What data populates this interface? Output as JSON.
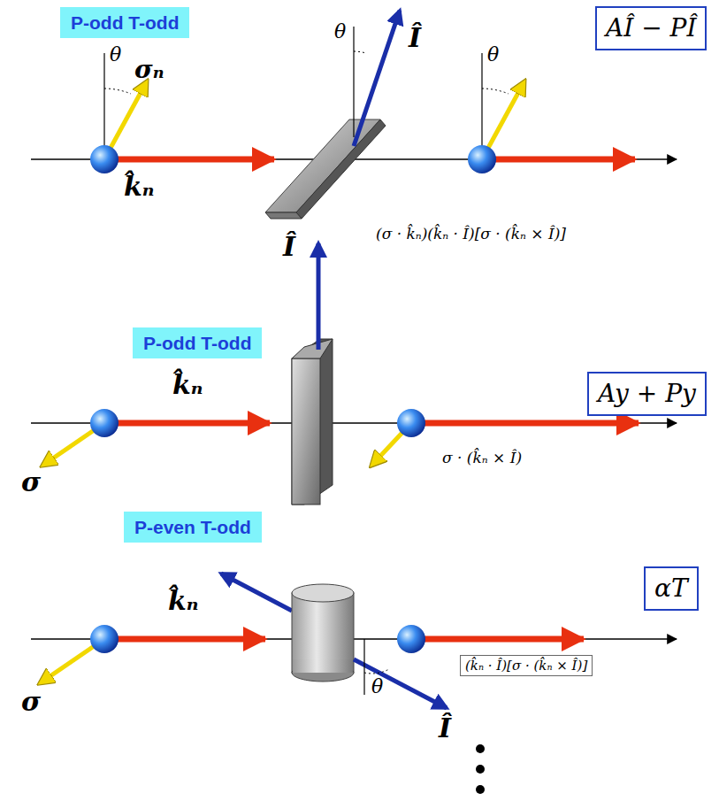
{
  "diagram": {
    "nodes": [
      {
        "text": [
          "P-odd T-odd"
        ]
      },
      {
        "text": [
          "AÎ − PÎ"
        ]
      },
      {
        "text": [
          "P-odd T-odd"
        ]
      },
      {
        "text": [
          "Ay + Py"
        ]
      },
      {
        "text": [
          "P-even T-odd"
        ]
      },
      {
        "text": [
          "αT"
        ]
      },
      {
        "text": [
          "(k̂ₙ · Î)[σ · (k̂ₙ × Î)]"
        ]
      }
    ],
    "labels": [
      "θ",
      "σₙ",
      "θ",
      "Î",
      "k̂ₙ",
      "θ",
      "(σ · k̂ₙ)(k̂ₙ · Î)[σ · (k̂ₙ × Î)]",
      "Î",
      "k̂ₙ",
      "σ",
      "σ · (k̂ₙ × Î)",
      "k̂ₙ",
      "θ",
      "σ",
      "Î"
    ]
  }
}
